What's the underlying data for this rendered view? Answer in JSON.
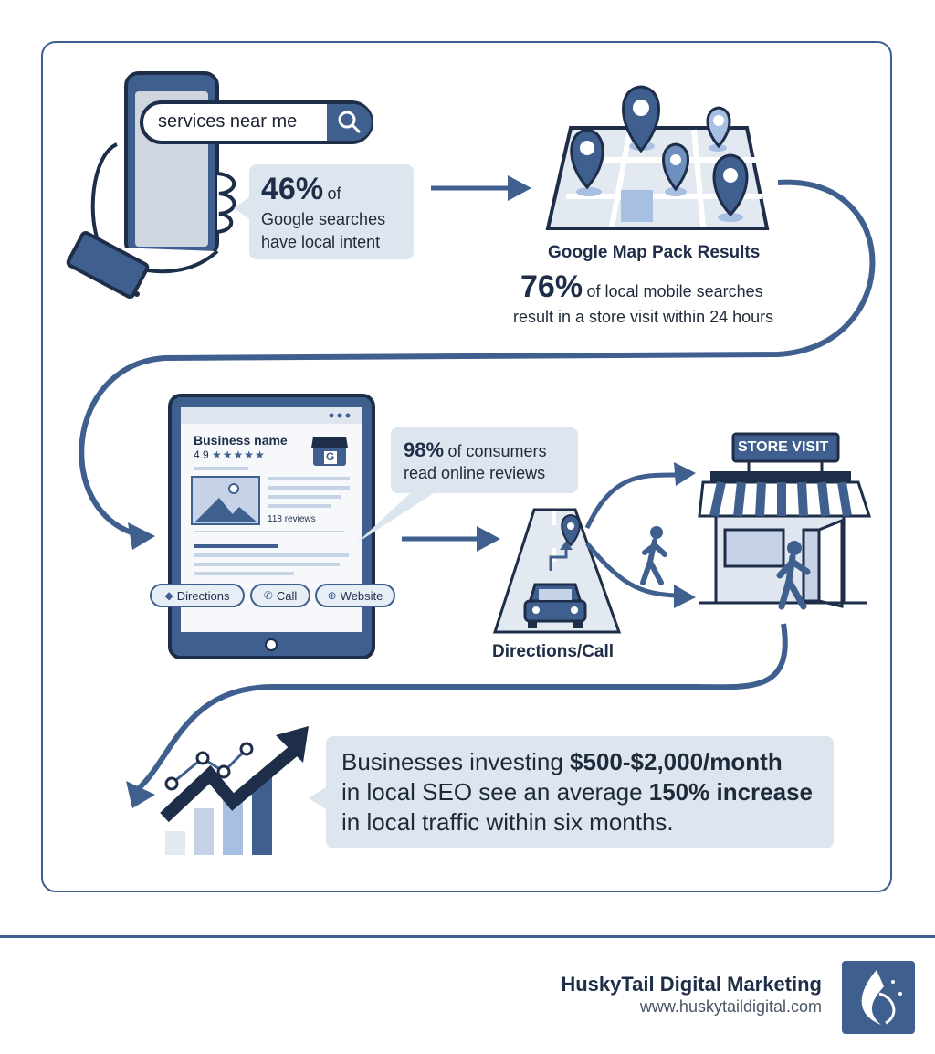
{
  "search": {
    "query": "services near me"
  },
  "stats": {
    "local_intent": {
      "value": "46%",
      "line1": "of",
      "line2": "Google searches",
      "line3": "have local intent"
    },
    "map_pack": {
      "title": "Google Map Pack Results",
      "value": "76%",
      "line1": "of local mobile searches",
      "line2": "result in a store visit within 24 hours"
    },
    "reviews": {
      "value": "98%",
      "line1": "of consumers",
      "line2": "read online reviews"
    },
    "investment": {
      "part1": "Businesses investing ",
      "amount": "$500-$2,000/month",
      "part2": "in local SEO see an average ",
      "increase": "150% increase",
      "part3": "in local traffic within six months."
    }
  },
  "listing": {
    "business_name": "Business name",
    "rating": "4.9",
    "stars": "★★★★★",
    "reviews_count": "118 reviews",
    "gmb_letter": "G",
    "buttons": {
      "directions": "Directions",
      "call": "Call",
      "website": "Website"
    }
  },
  "labels": {
    "store_visit": "STORE VISIT",
    "directions_call": "Directions/Call"
  },
  "footer": {
    "brand": "HuskyTail Digital Marketing",
    "url": "www.huskytaildigital.com"
  },
  "colors": {
    "primary": "#3f5f8f",
    "dark": "#1e2e48",
    "light": "#dde5ef",
    "pale": "#c6d3e6"
  }
}
